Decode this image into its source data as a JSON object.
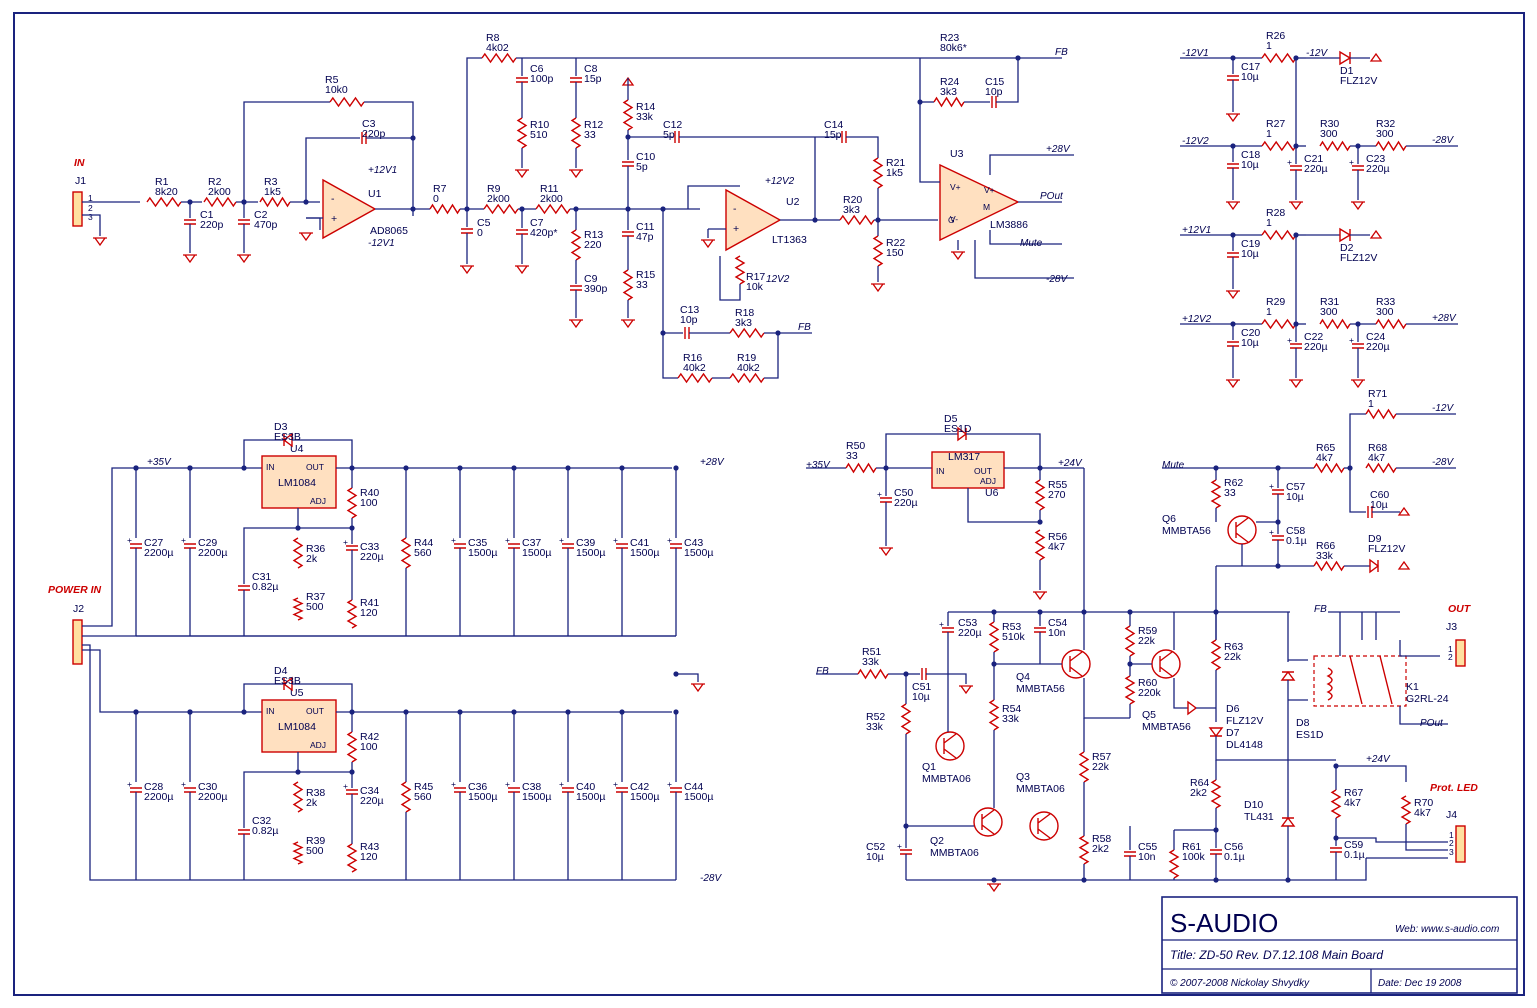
{
  "title_block": {
    "brand": "S-AUDIO",
    "web": "Web: www.s-audio.com",
    "title": "Title: ZD-50 Rev. D7.12.108   Main Board",
    "copyright": "© 2007-2008 Nickolay Shvydky",
    "date": "Date:    Dec 19 2008"
  },
  "section_labels": {
    "in": "IN",
    "power_in": "POWER IN",
    "out": "OUT",
    "prot_led": "Prot. LED"
  },
  "nets": {
    "fb": "FB",
    "pout": "POut",
    "mute": "Mute",
    "p12v1": "+12V1",
    "m12v1": "-12V1",
    "p12v2": "+12V2",
    "m12v2": "-12V2",
    "p28v": "+28V",
    "m28v": "-28V",
    "p35v": "+35V",
    "p24v": "+24V",
    "m12v": "-12V",
    "p12v": "12V2"
  },
  "connectors": [
    {
      "ref": "J1"
    },
    {
      "ref": "J2"
    },
    {
      "ref": "J3"
    },
    {
      "ref": "J4"
    }
  ],
  "ics": {
    "u1": {
      "ref": "U1",
      "part": "AD8065"
    },
    "u2": {
      "ref": "U2",
      "part": "LT1363"
    },
    "u3": {
      "ref": "U3",
      "part": "LM3886"
    },
    "u4": {
      "ref": "U4",
      "part": "LM1084",
      "in": "IN",
      "out": "OUT",
      "adj": "ADJ"
    },
    "u5": {
      "ref": "U5",
      "part": "LM1084",
      "in": "IN",
      "out": "OUT",
      "adj": "ADJ"
    },
    "u6": {
      "ref": "U6",
      "part": "LM317",
      "in": "IN",
      "out": "OUT",
      "adj": "ADJ"
    },
    "k1": {
      "ref": "K1",
      "part": "G2RL-24"
    }
  },
  "parts": {
    "R1": "8k20",
    "R2": "2k00",
    "R3": "1k5",
    "R5": "10k0",
    "R7": "0",
    "R8": "4k02",
    "R9": "2k00",
    "R10": "510",
    "R11": "2k00",
    "R12": "33",
    "R13": "220",
    "R14": "33k",
    "R15": "33",
    "R16": "40k2",
    "R17": "10k",
    "R18": "3k3",
    "R19": "40k2",
    "R20": "3k3",
    "R21": "1k5",
    "R22": "150",
    "R23": "80k6*",
    "R24": "3k3",
    "R26": "1",
    "R27": "1",
    "R28": "1",
    "R29": "1",
    "R30": "300",
    "R31": "300",
    "R32": "300",
    "R33": "300",
    "R36": "2k",
    "R37": "500",
    "R38": "2k",
    "R39": "500",
    "R40": "100",
    "R41": "120",
    "R42": "100",
    "R43": "120",
    "R44": "560",
    "R45": "560",
    "R50": "33",
    "R51": "33k",
    "R52": "33k",
    "R53": "510k",
    "R54": "33k",
    "R55": "270",
    "R56": "4k7",
    "R57": "22k",
    "R58": "2k2",
    "R59": "22k",
    "R60": "220k",
    "R61": "100k",
    "R62": "33",
    "R63": "22k",
    "R64": "2k2",
    "R65": "4k7",
    "R66": "33k",
    "R67": "4k7",
    "R68": "4k7",
    "R70": "4k7",
    "R71": "1",
    "C1": "220p",
    "C2": "470p",
    "C3": "220p",
    "C5": "0",
    "C6": "100p",
    "C7": "420p*",
    "C8": "15p",
    "C9": "390p",
    "C10": "5p",
    "C11": "47p",
    "C12": "5p",
    "C13": "10p",
    "C14": "15p",
    "C15": "10p",
    "C17": "10µ",
    "C18": "10µ",
    "C19": "10µ",
    "C20": "10µ",
    "C21": "220µ",
    "C22": "220µ",
    "C23": "220µ",
    "C24": "220µ",
    "C27": "2200µ",
    "C28": "2200µ",
    "C29": "2200µ",
    "C30": "2200µ",
    "C31": "0.82µ",
    "C32": "0.82µ",
    "C33": "220µ",
    "C34": "220µ",
    "C35": "1500µ",
    "C36": "1500µ",
    "C37": "1500µ",
    "C38": "1500µ",
    "C39": "1500µ",
    "C40": "1500µ",
    "C41": "1500µ",
    "C42": "1500µ",
    "C43": "1500µ",
    "C44": "1500µ",
    "C50": "220µ",
    "C51": "10µ",
    "C52": "10µ",
    "C53": "220µ",
    "C54": "10n",
    "C55": "10n",
    "C56": "0.1µ",
    "C57": "10µ",
    "C58": "0.1µ",
    "C59": "0.1µ",
    "C60": "10µ",
    "D1": "FLZ12V",
    "D2": "FLZ12V",
    "D3": "ES3B",
    "D4": "ES3B",
    "D5": "ES1D",
    "D6": "FLZ12V",
    "D7": "DL4148",
    "D8": "ES1D",
    "D9": "FLZ12V",
    "D10": "TL431",
    "Q1": "MMBTA06",
    "Q2": "MMBTA06",
    "Q3": "MMBTA06",
    "Q4": "MMBTA56",
    "Q5": "MMBTA56",
    "Q6": "MMBTA56"
  }
}
